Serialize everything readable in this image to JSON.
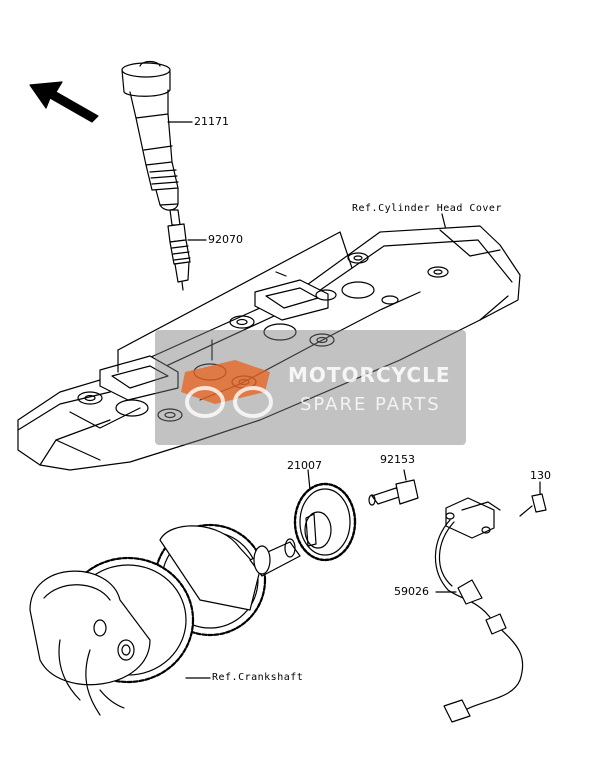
{
  "parts": {
    "ignition_coil": "21171",
    "spark_plug": "92070",
    "rotor": "21007",
    "rotor_bolt": "92153",
    "sensor_bolt": "130",
    "pickup_coil": "59026"
  },
  "refs": {
    "cylinder_head_cover": "Ref.Cylinder Head Cover",
    "crankshaft": "Ref.Crankshaft"
  },
  "watermark": {
    "line1": "MOTORCYCLE",
    "line2": "SPARE PARTS"
  },
  "colors": {
    "line": "#000000",
    "watermark_bg": "#787878",
    "watermark_accent": "#e8601c"
  }
}
